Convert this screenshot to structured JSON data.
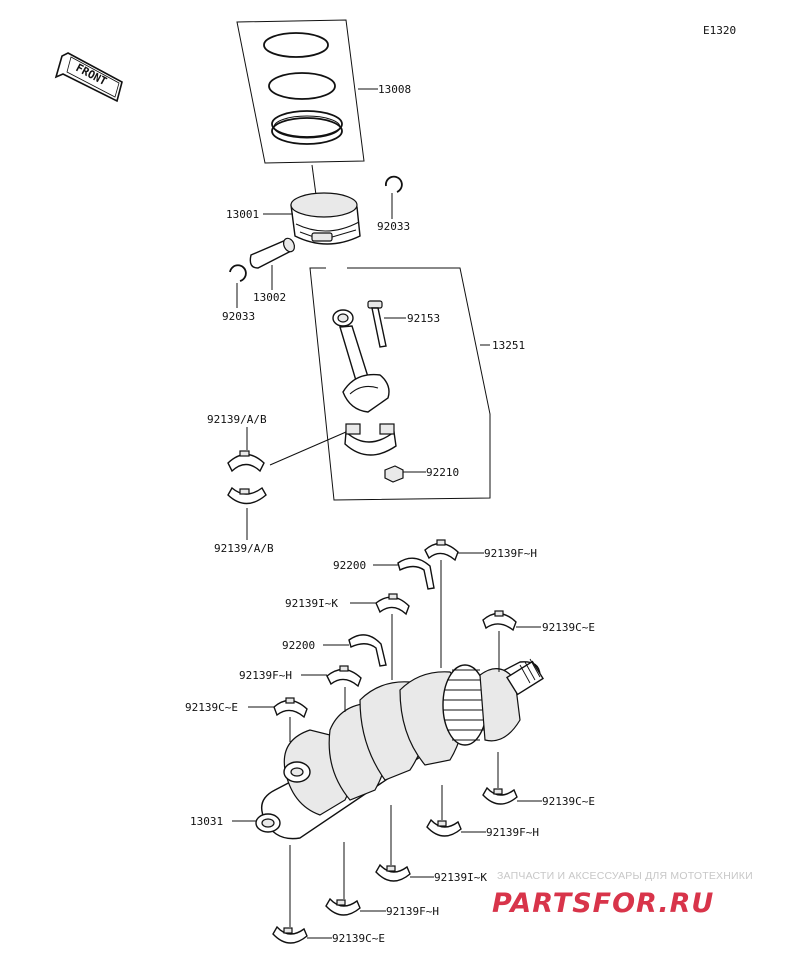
{
  "diagram_code": "E1320",
  "front_label": "FRONT",
  "part_labels": {
    "piston_ring_set": "13008",
    "piston": "13001",
    "circlip_right": "92033",
    "piston_pin": "13002",
    "circlip_left": "92033",
    "conrod_bolt": "92153",
    "conrod_assembly": "13251",
    "conrod_bearing_upper": "92139/A/B",
    "conrod_nut": "92210",
    "conrod_bearing_lower": "92139/A/B",
    "thrust_washer_top": "92200",
    "main_bearing_fh_top": "92139F~H",
    "main_bearing_ik_top": "92139I~K",
    "main_bearing_ce_right_top": "92139C~E",
    "thrust_washer_mid": "92200",
    "main_bearing_fh_left": "92139F~H",
    "main_bearing_ce_left": "92139C~E",
    "crankshaft": "13031",
    "main_bearing_ce_right_bottom": "92139C~E",
    "main_bearing_fh_right_bottom": "92139F~H",
    "main_bearing_ik_bottom": "92139I~K",
    "main_bearing_fh_bottom": "92139F~H",
    "main_bearing_ce_bottom": "92139C~E"
  },
  "watermark": {
    "tagline": "ЗАПЧАСТИ И АКСЕССУАРЫ ДЛЯ МОТОТЕХНИКИ",
    "logo": "PARTSFOR.RU"
  }
}
